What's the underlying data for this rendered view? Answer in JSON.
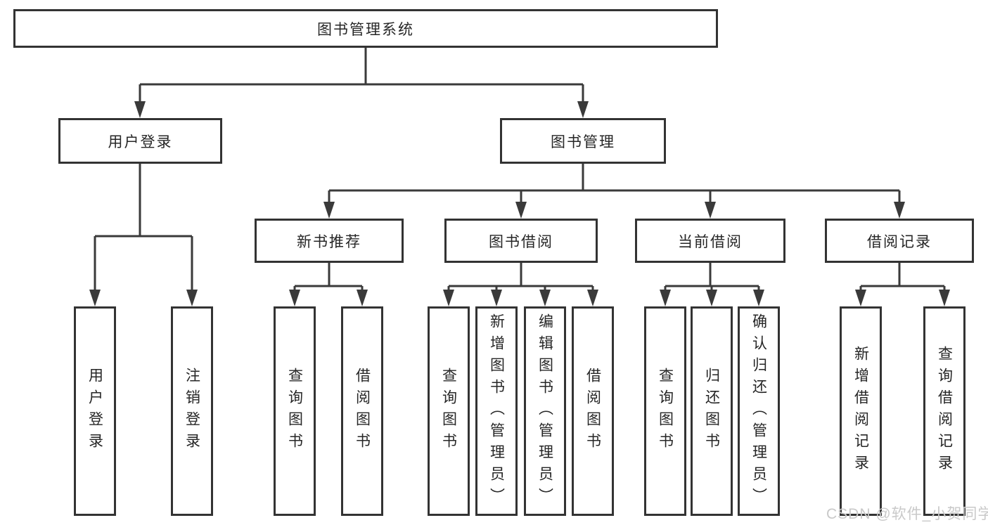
{
  "diagram": {
    "tree": {
      "label": "图书管理系统",
      "children": [
        {
          "label": "用户登录",
          "children": [
            {
              "label": "用户登录"
            },
            {
              "label": "注销登录"
            }
          ]
        },
        {
          "label": "图书管理",
          "children": [
            {
              "label": "新书推荐",
              "children": [
                {
                  "label": "查询图书"
                },
                {
                  "label": "借阅图书"
                }
              ]
            },
            {
              "label": "图书借阅",
              "children": [
                {
                  "label": "查询图书"
                },
                {
                  "label": "新增图书（管理员）"
                },
                {
                  "label": "编辑图书（管理员）"
                },
                {
                  "label": "借阅图书"
                }
              ]
            },
            {
              "label": "当前借阅",
              "children": [
                {
                  "label": "查询图书"
                },
                {
                  "label": "归还图书"
                },
                {
                  "label": "确认归还（管理员）"
                }
              ]
            },
            {
              "label": "借阅记录",
              "children": [
                {
                  "label": "新增借阅记录"
                },
                {
                  "label": "查询借阅记录"
                }
              ]
            }
          ]
        }
      ]
    }
  },
  "watermark": {
    "text": "CSDN @软件_小贺同学"
  },
  "colors": {
    "border": "#333333",
    "line": "#3a3a3a",
    "text": "#262626",
    "watermark": "#c9c9c9",
    "background": "#ffffff"
  }
}
